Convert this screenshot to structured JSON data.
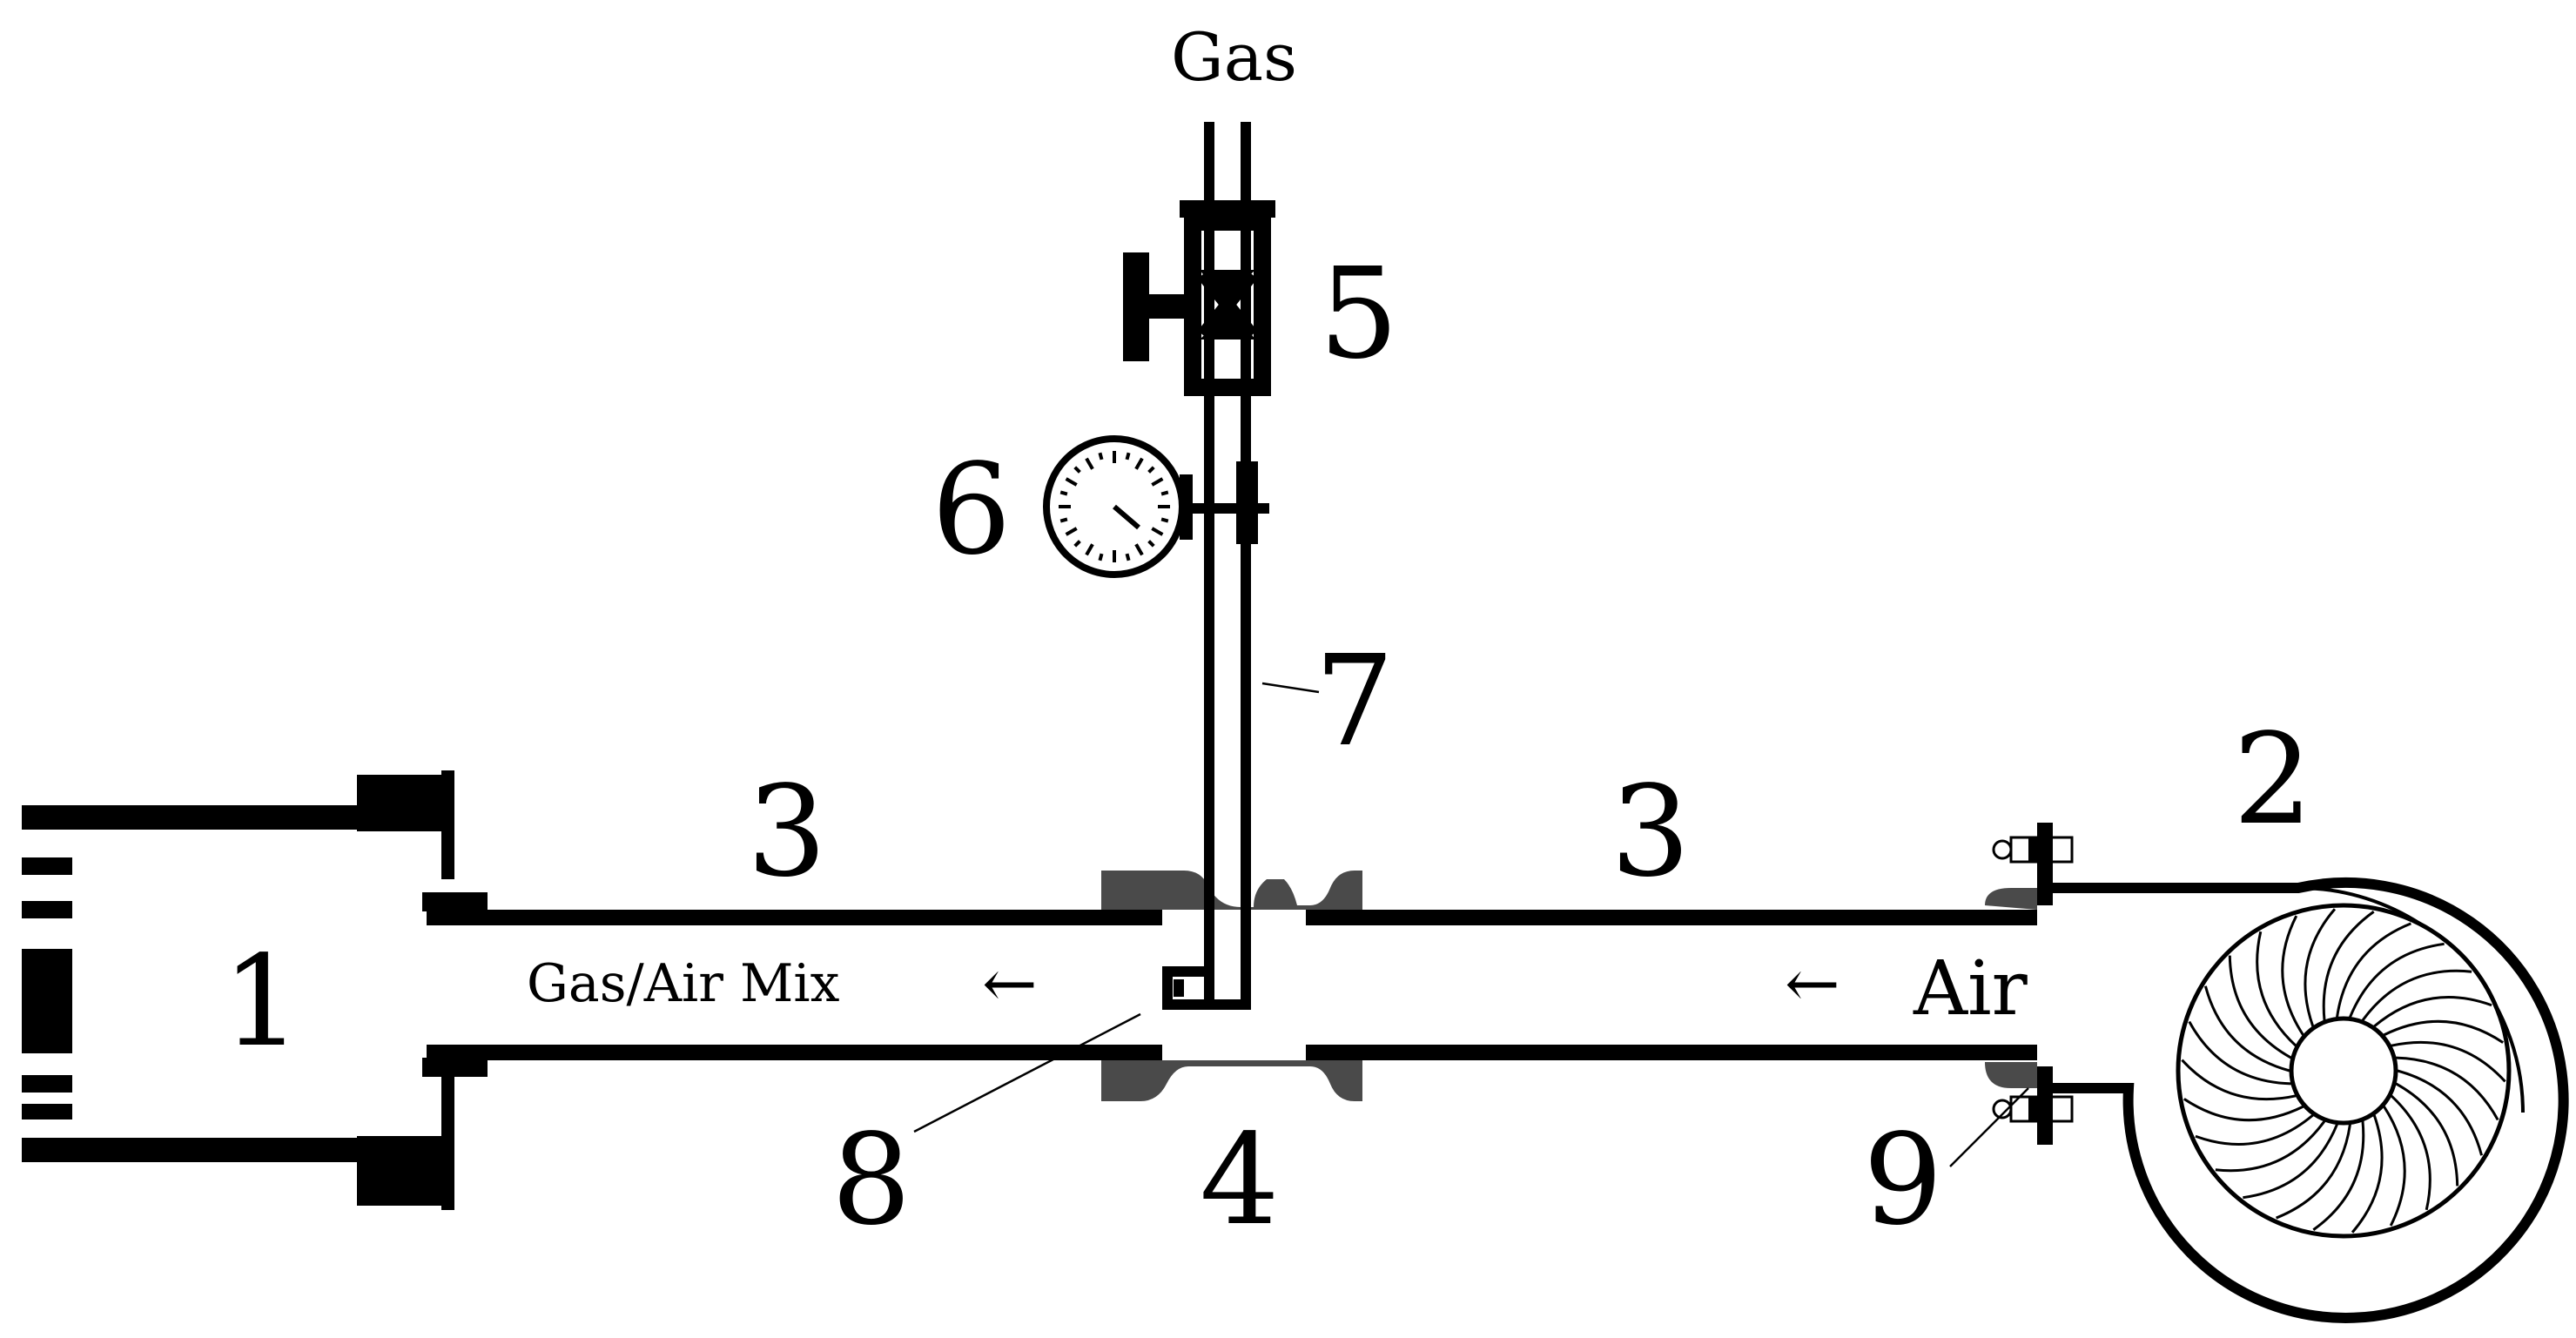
{
  "labels": {
    "gas_inlet": "Gas",
    "gas_air_mix": "Gas/Air Mix",
    "air": "Air",
    "mix_arrow": "←",
    "air_arrow": "←"
  },
  "callouts": {
    "c1": "1",
    "c2": "2",
    "c3_left": "3",
    "c3_right": "3",
    "c4": "4",
    "c5": "5",
    "c6": "6",
    "c7": "7",
    "c8": "8",
    "c9": "9"
  },
  "colors": {
    "line": "#000000",
    "fitting": "#4a4a4a",
    "background": "#ffffff"
  }
}
